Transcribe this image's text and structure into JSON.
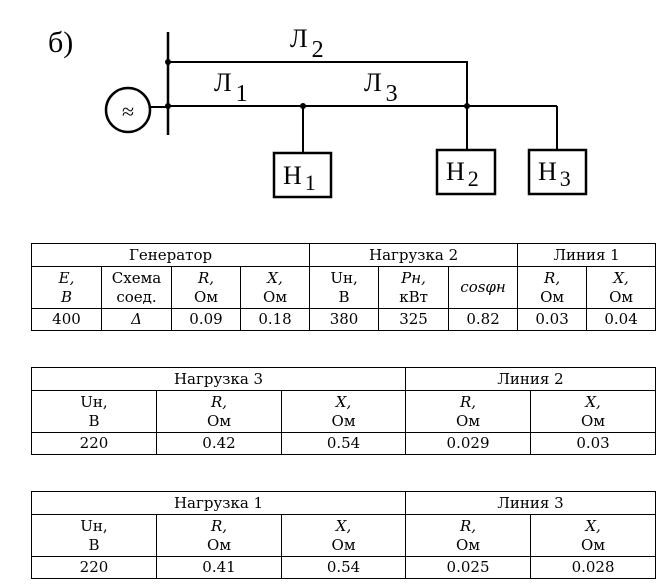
{
  "label": "б)",
  "diagram": {
    "source_symbol": "≈",
    "lines": [
      {
        "letter": "Л",
        "index": "2"
      },
      {
        "letter": "Л",
        "index": "1"
      },
      {
        "letter": "Л",
        "index": "3"
      }
    ],
    "loads": [
      {
        "letter": "Н",
        "index": "1"
      },
      {
        "letter": "Н",
        "index": "2"
      },
      {
        "letter": "Н",
        "index": "3"
      }
    ]
  },
  "table1": {
    "groups": [
      "Генератор",
      "Нагрузка 2",
      "Линия 1"
    ],
    "headers": [
      [
        "E,",
        "B"
      ],
      [
        "Схема",
        "соед."
      ],
      [
        "R,",
        "Ом"
      ],
      [
        "X,",
        "Ом"
      ],
      [
        "Uн,",
        "В"
      ],
      [
        "Pн,",
        "кВт"
      ],
      [
        "cosφн",
        ""
      ],
      [
        "R,",
        "Ом"
      ],
      [
        "X,",
        "Ом"
      ]
    ],
    "values": [
      "400",
      "Δ",
      "0.09",
      "0.18",
      "380",
      "325",
      "0.82",
      "0.03",
      "0.04"
    ]
  },
  "table2": {
    "groups": [
      "Нагрузка 3",
      "Линия 2"
    ],
    "headers": [
      [
        "Uн,",
        "В"
      ],
      [
        "R,",
        "Ом"
      ],
      [
        "X,",
        "Ом"
      ],
      [
        "R,",
        "Ом"
      ],
      [
        "X,",
        "Ом"
      ]
    ],
    "values": [
      "220",
      "0.42",
      "0.54",
      "0.029",
      "0.03"
    ]
  },
  "table3": {
    "groups": [
      "Нагрузка 1",
      "Линия 3"
    ],
    "headers": [
      [
        "Uн,",
        "В"
      ],
      [
        "R,",
        "Ом"
      ],
      [
        "X,",
        "Ом"
      ],
      [
        "R,",
        "Ом"
      ],
      [
        "X,",
        "Ом"
      ]
    ],
    "values": [
      "220",
      "0.41",
      "0.54",
      "0.025",
      "0.028"
    ]
  }
}
